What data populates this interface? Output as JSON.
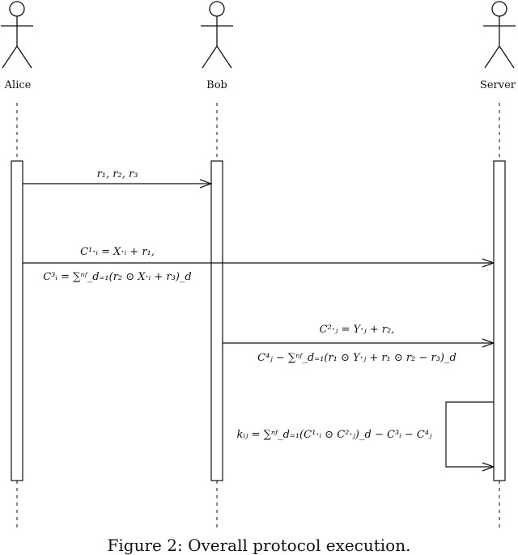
{
  "actors": [
    {
      "id": "alice",
      "name": "Alice"
    },
    {
      "id": "bob",
      "name": "Bob"
    },
    {
      "id": "server",
      "name": "Server"
    }
  ],
  "messages": [
    {
      "from": "alice",
      "to": "bob",
      "lines": [
        "r₁, r₂, r₃"
      ]
    },
    {
      "from": "alice",
      "to": "server",
      "lines": [
        "C¹·ᵢ = X·ᵢ + r₁,",
        "C³ᵢ = ∑ⁿᶠ_d₌₁(r₂ ⊙ X·ᵢ + r₃)_d"
      ]
    },
    {
      "from": "bob",
      "to": "server",
      "lines": [
        "C²·ⱼ = Y·ⱼ + r₂,",
        "C⁴ⱼ − ∑ⁿᶠ_d₌₁(r₁ ⊙ Y·ⱼ + r₁ ⊙ r₂ − r₃)_d"
      ]
    },
    {
      "from": "server",
      "to": "server",
      "lines": [
        "kᵢⱼ = ∑ⁿᶠ_d₌₁(C¹·ᵢ ⊙ C²·ⱼ)_d − C³ᵢ − C⁴ⱼ"
      ]
    }
  ],
  "caption": "Figure 2: Overall protocol execution."
}
